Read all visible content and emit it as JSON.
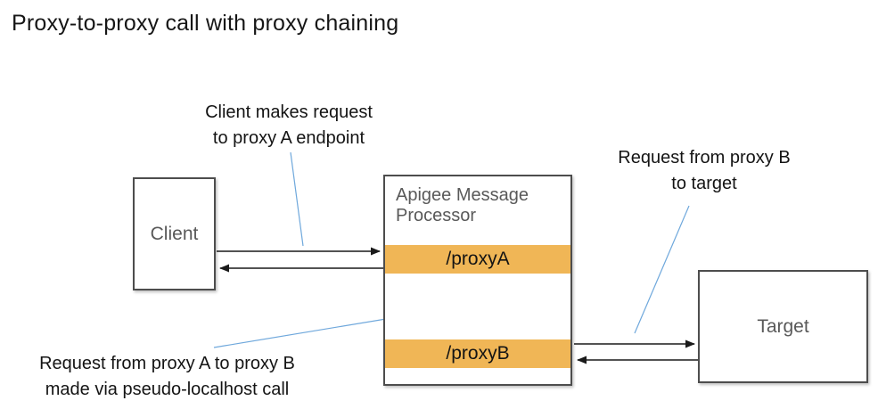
{
  "title": "Proxy-to-proxy call with proxy chaining",
  "colors": {
    "accent_orange": "#f0b656",
    "box_border": "#4d4d4d",
    "box_text": "#595959",
    "arrow_black": "#1a1a1a",
    "annotation_line_blue": "#6fa8dc"
  },
  "nodes": {
    "client": {
      "label": "Client"
    },
    "message_processor": {
      "title": "Apigee Message Processor",
      "endpoints": [
        {
          "label": "/proxyA"
        },
        {
          "label": "/proxyB"
        }
      ]
    },
    "target": {
      "label": "Target"
    }
  },
  "annotations": {
    "client_request": {
      "line1": "Client makes request",
      "line2": "to proxy A endpoint"
    },
    "target_request": {
      "line1": "Request from proxy B",
      "line2": "to target"
    },
    "chain_request": {
      "line1": "Request from proxy A to proxy B",
      "line2": "made via pseudo-localhost call"
    }
  }
}
